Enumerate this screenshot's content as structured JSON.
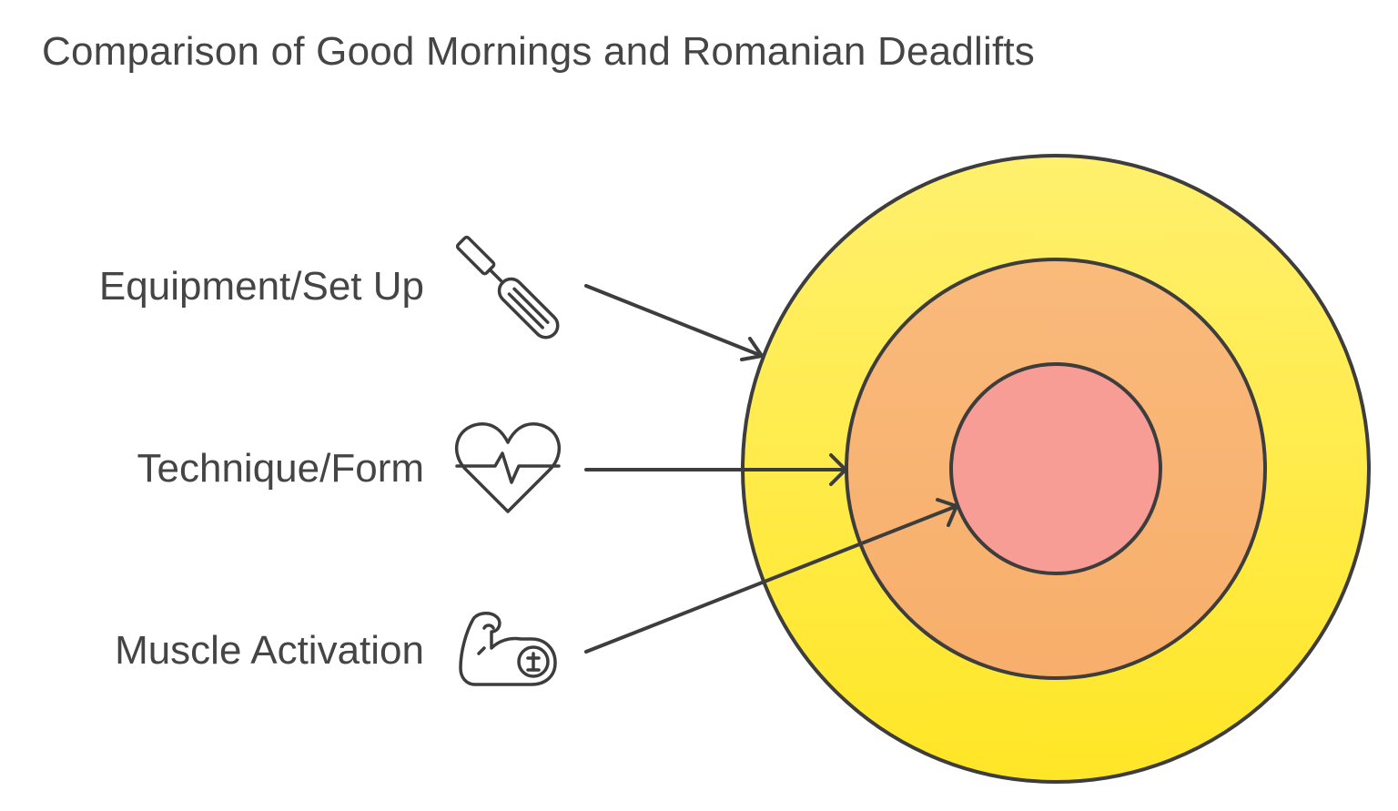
{
  "title": "Comparison of Good Mornings and Romanian Deadlifts",
  "items": [
    {
      "label": "Equipment/Set Up",
      "icon": "screwdriver-icon",
      "target": "outer-ring"
    },
    {
      "label": "Technique/Form",
      "icon": "heart-pulse-icon",
      "target": "middle-ring"
    },
    {
      "label": "Muscle Activation",
      "icon": "flexed-arm-icon",
      "target": "inner-circle"
    }
  ],
  "colors": {
    "outer_ring": "#FFEA3C",
    "middle_ring": "#F9B774",
    "inner_circle": "#F89D96",
    "stroke": "#3D3D3D",
    "text": "#454545"
  }
}
